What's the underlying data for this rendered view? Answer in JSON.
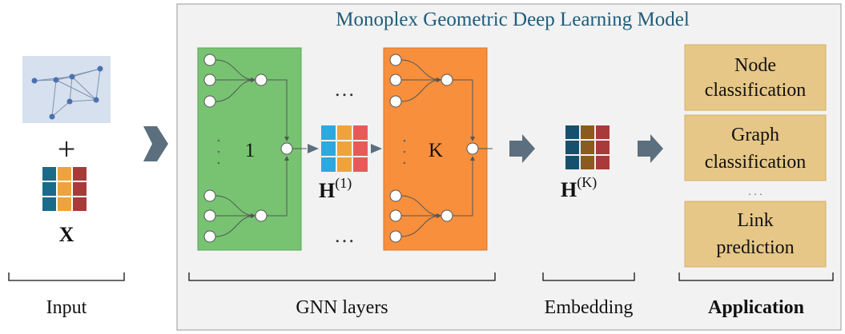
{
  "title": "Monoplex Geometric Deep Learning Model",
  "input": {
    "plus": "+",
    "matrix_label": "X",
    "section_label": "Input"
  },
  "gnn": {
    "layer_first": "1",
    "layer_last": "K",
    "between_dots": "…",
    "h1_base": "H",
    "h1_sup": "(1)",
    "section_label": "GNN layers"
  },
  "embedding": {
    "h_base": "H",
    "h_sup": "(K)",
    "section_label": "Embedding"
  },
  "application": {
    "section_label": "Application",
    "boxes": [
      {
        "line1": "Node",
        "line2": "classification"
      },
      {
        "line1": "Graph",
        "line2": "classification"
      },
      {
        "line1": "Link",
        "line2": "prediction"
      }
    ],
    "dots": ". . ."
  },
  "colors": {
    "panel_bg": "#f2f2f2",
    "panel_border": "#999999",
    "title": "#1f5c7a",
    "green_layer": "#77c372",
    "orange_layer": "#f78f3c",
    "app_box": "#e6c787",
    "app_box_border": "#d4b06a",
    "arrow": "#5b6f7f",
    "graph_bg": "#d6e0ee",
    "graph_node": "#4a72b0"
  },
  "matrices": {
    "x": [
      "#1a6a8a",
      "#f0a33a",
      "#a83a3a",
      "#1a6a8a",
      "#f0a33a",
      "#a83a3a",
      "#1a6a8a",
      "#f0a33a",
      "#a83a3a"
    ],
    "h1": [
      "#2ea8e0",
      "#f0a33a",
      "#e85a5a",
      "#2ea8e0",
      "#f0a33a",
      "#e85a5a",
      "#2ea8e0",
      "#f0a33a",
      "#e85a5a"
    ],
    "hk": [
      "#17506e",
      "#8a5a1e",
      "#a83a3a",
      "#17506e",
      "#8a5a1e",
      "#a83a3a",
      "#17506e",
      "#8a5a1e",
      "#a83a3a"
    ]
  }
}
